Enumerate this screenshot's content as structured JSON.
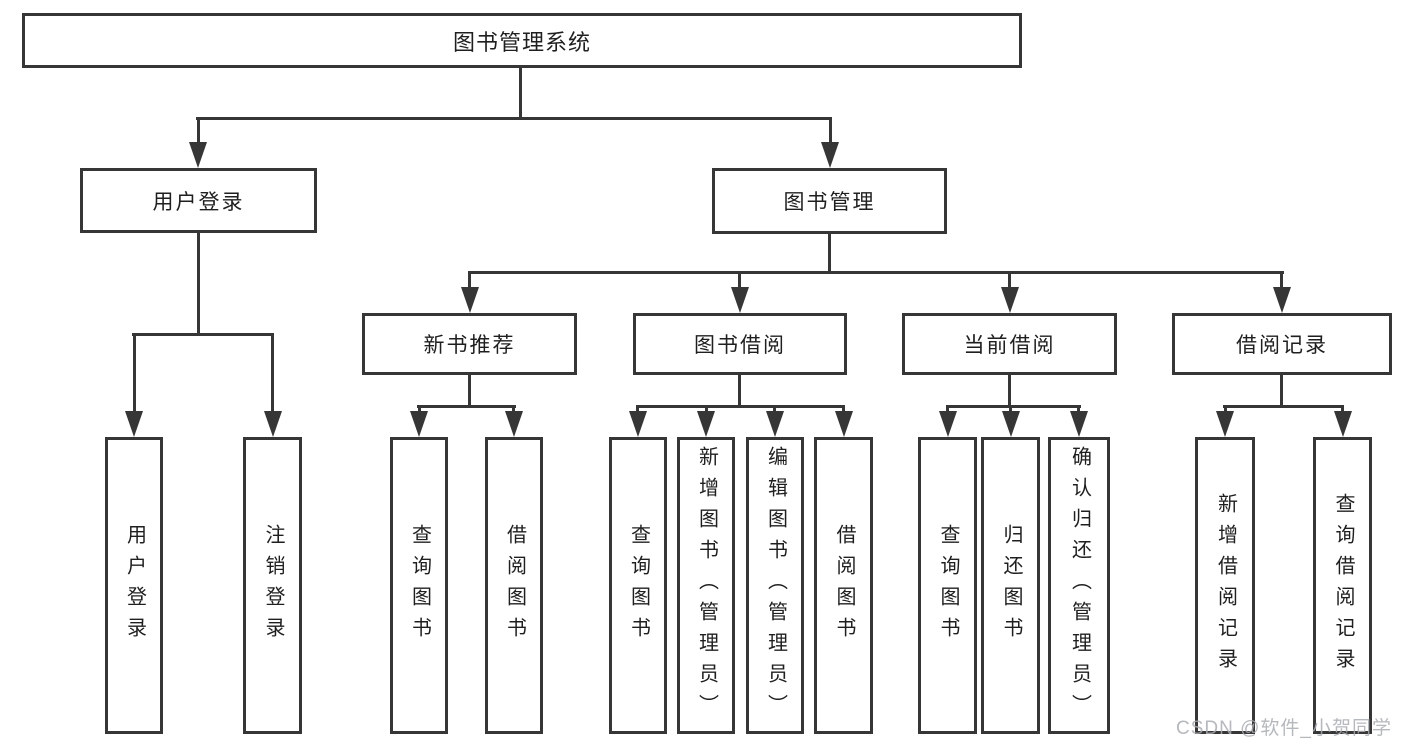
{
  "diagram_title": "图书管理系统",
  "watermark": {
    "text": "CSDN @软件_小贺同学"
  },
  "colors": {
    "line": "#363636",
    "text": "#1f1f1f",
    "box_fill": "#ffffff"
  },
  "tree": {
    "root": {
      "label": "图书管理系统"
    },
    "branches": [
      {
        "label": "用户登录",
        "children": [
          {
            "label": "用户登录"
          },
          {
            "label": "注销登录"
          }
        ]
      },
      {
        "label": "图书管理",
        "children": [
          {
            "label": "新书推荐",
            "children": [
              {
                "label": "查询图书"
              },
              {
                "label": "借阅图书"
              }
            ]
          },
          {
            "label": "图书借阅",
            "children": [
              {
                "label": "查询图书"
              },
              {
                "label": "新增图书（管理员）"
              },
              {
                "label": "编辑图书（管理员）"
              },
              {
                "label": "借阅图书"
              }
            ]
          },
          {
            "label": "当前借阅",
            "children": [
              {
                "label": "查询图书"
              },
              {
                "label": "归还图书"
              },
              {
                "label": "确认归还（管理员）"
              }
            ]
          },
          {
            "label": "借阅记录",
            "children": [
              {
                "label": "新增借阅记录"
              },
              {
                "label": "查询借阅记录"
              }
            ]
          }
        ]
      }
    ]
  }
}
